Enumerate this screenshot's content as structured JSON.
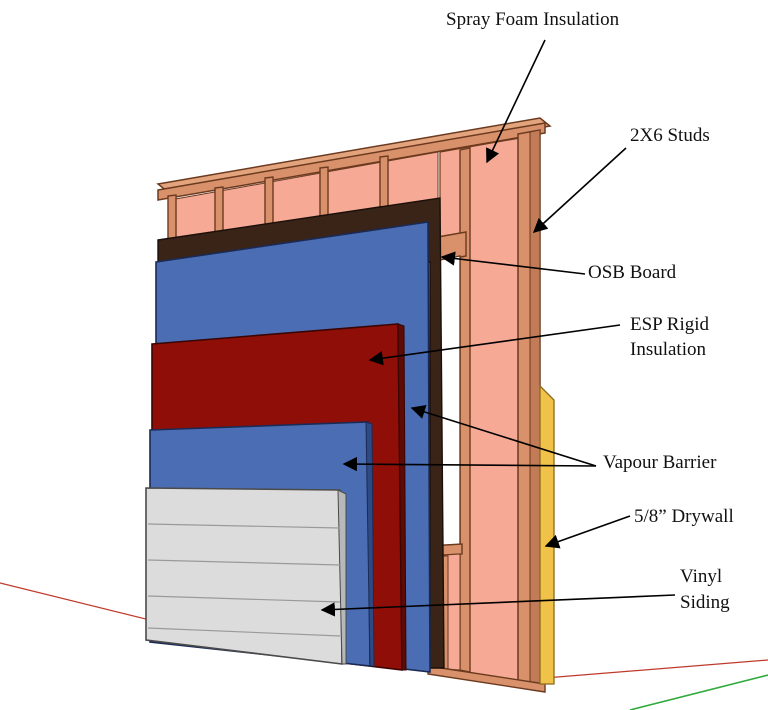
{
  "diagram": {
    "labels": {
      "spray_foam": "Spray Foam Insulation",
      "studs": "2X6 Studs",
      "osb": "OSB Board",
      "esp_line1": "ESP Rigid",
      "esp_line2": "Insulation",
      "vapour": "Vapour Barrier",
      "drywall": "5/8” Drywall",
      "vinyl_line1": "Vinyl",
      "vinyl_line2": "Siding"
    }
  },
  "colors": {
    "stud": "#d9916b",
    "stud_edge": "#6b3a1f",
    "foam": "#f6a995",
    "osb": "#3a2418",
    "vapour": "#4a6db3",
    "esp": "#8f0f08",
    "siding": "#dcdcdc",
    "drywall": "#f0c24a",
    "ground_red": "#c0392b",
    "ground_green": "#2eaa3c"
  }
}
